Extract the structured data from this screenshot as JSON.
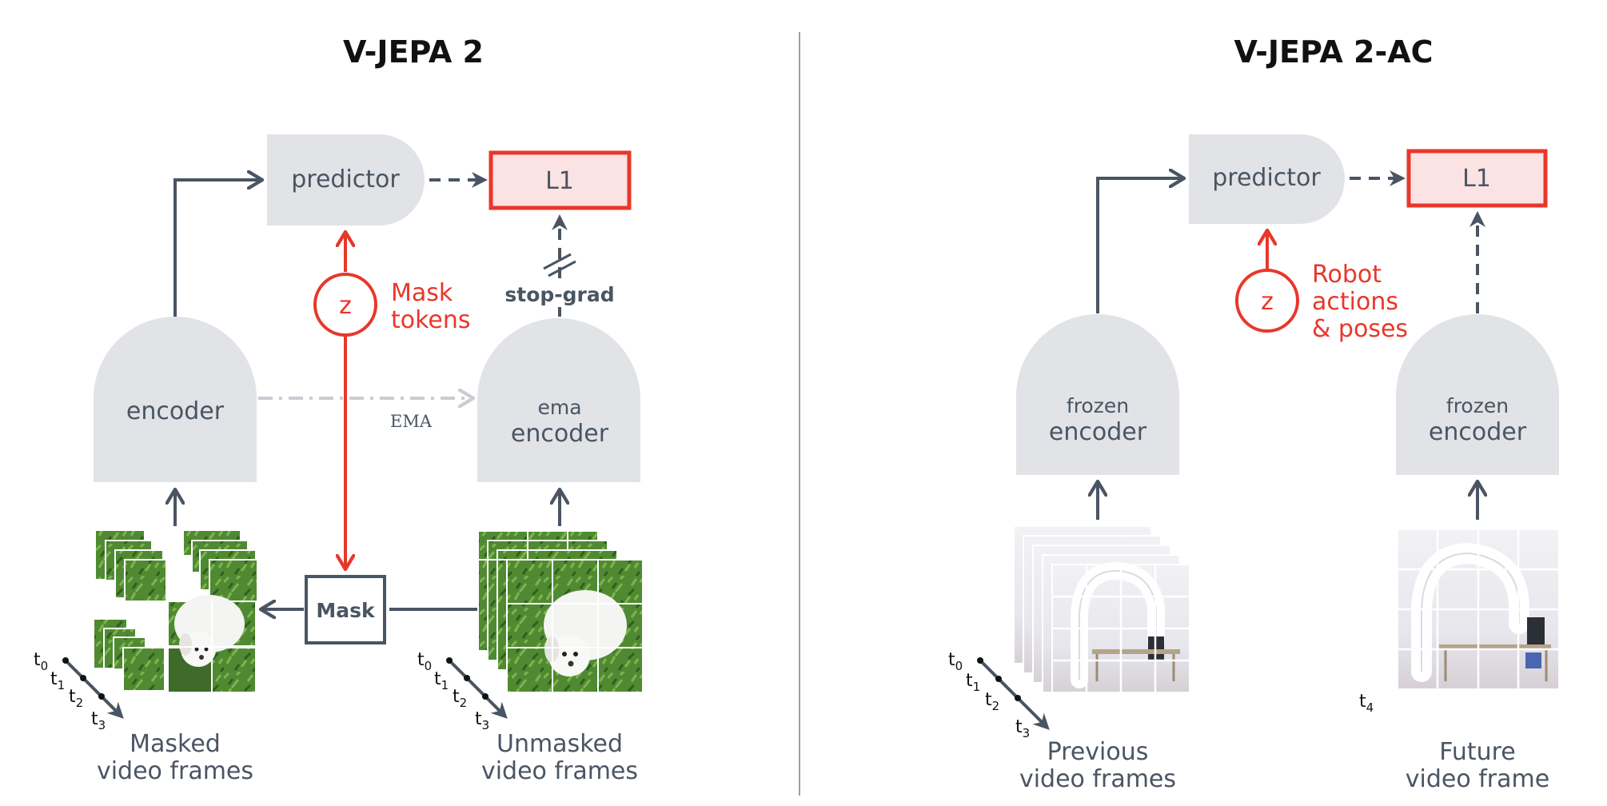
{
  "panels": {
    "left": {
      "title": "V-JEPA 2",
      "predictor": "predictor",
      "loss": "L1",
      "encoder": "encoder",
      "ema_encoder_top": "ema",
      "ema_encoder_bottom": "encoder",
      "ema_arrow_label": "EMA",
      "stop_grad": "stop-grad",
      "latent": "z",
      "mask_tokens_line1": "Mask",
      "mask_tokens_line2": "tokens",
      "mask_box": "Mask",
      "masked_caption_line1": "Masked",
      "masked_caption_line2": "video frames",
      "unmasked_caption_line1": "Unmasked",
      "unmasked_caption_line2": "video frames"
    },
    "right": {
      "title": "V-JEPA 2-AC",
      "predictor": "predictor",
      "loss": "L1",
      "encoder_left_top": "frozen",
      "encoder_left_bottom": "encoder",
      "encoder_right_top": "frozen",
      "encoder_right_bottom": "encoder",
      "latent": "z",
      "robot_line1": "Robot",
      "robot_line2": "actions",
      "robot_line3": "& poses",
      "previous_caption_line1": "Previous",
      "previous_caption_line2": "video frames",
      "future_caption_line1": "Future",
      "future_caption_line2": "video frame",
      "future_time": "t",
      "future_time_sub": "4"
    }
  },
  "time_axis": {
    "base": "t",
    "subs": [
      "0",
      "1",
      "2",
      "3"
    ]
  },
  "colors": {
    "slate": "#4a5563",
    "shape_fill": "#e1e3e7",
    "red": "#e8372b",
    "loss_fill": "#fbe3e3",
    "ema_arrow": "#c9ccd3",
    "divider": "#9aa0a8"
  }
}
